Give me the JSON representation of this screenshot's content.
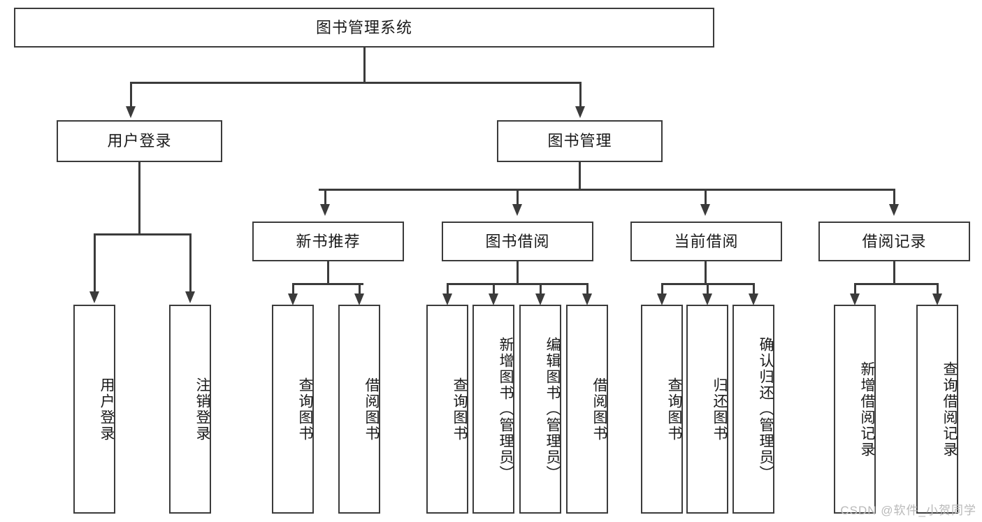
{
  "diagram": {
    "title": "图书管理系统",
    "type": "hierarchy-tree",
    "watermark": "CSDN @软件_小贺同学",
    "colors": {
      "stroke": "#3b3b3b",
      "fill": "#ffffff",
      "text": "#1a1a1a",
      "watermark": "#b9b9b9"
    },
    "root": {
      "label": "图书管理系统"
    },
    "level2": [
      {
        "label": "用户登录"
      },
      {
        "label": "图书管理"
      }
    ],
    "level3": [
      {
        "label": "新书推荐"
      },
      {
        "label": "图书借阅"
      },
      {
        "label": "当前借阅"
      },
      {
        "label": "借阅记录"
      }
    ],
    "leaves": {
      "user_login": [
        {
          "label": "用户登录"
        },
        {
          "label": "注销登录"
        }
      ],
      "new_book_recommend": [
        {
          "label": "查询图书"
        },
        {
          "label": "借阅图书"
        }
      ],
      "book_borrow": [
        {
          "label": "查询图书"
        },
        {
          "label": "新增图书（管理员）"
        },
        {
          "label": "编辑图书（管理员）"
        },
        {
          "label": "借阅图书"
        }
      ],
      "current_borrow": [
        {
          "label": "查询图书"
        },
        {
          "label": "归还图书"
        },
        {
          "label": "确认归还（管理员）"
        }
      ],
      "borrow_record": [
        {
          "label": "新增借阅记录"
        },
        {
          "label": "查询借阅记录"
        }
      ]
    }
  }
}
